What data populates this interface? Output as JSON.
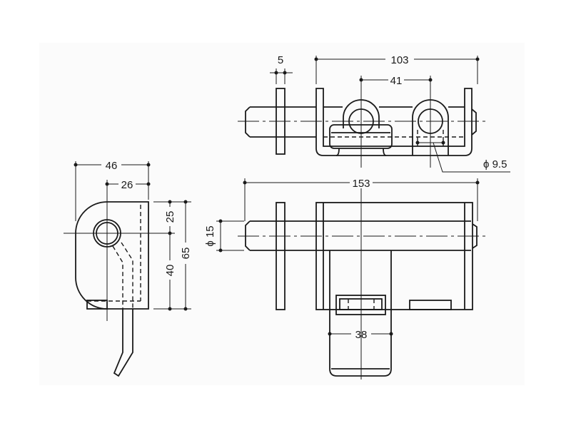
{
  "drawing": {
    "title": "Hinge technical drawing",
    "dimensions": {
      "top_flange_thickness": "5",
      "top_bracket_width": "103",
      "top_eye_spacing": "41",
      "hole_diameter": "ϕ 9.5",
      "overall_length": "153",
      "pin_diameter": "ϕ 15",
      "tab_width": "38",
      "side_width": "46",
      "side_offset": "26",
      "side_upper_height": "25",
      "side_lower_height": "40",
      "side_total_height": "65"
    }
  }
}
